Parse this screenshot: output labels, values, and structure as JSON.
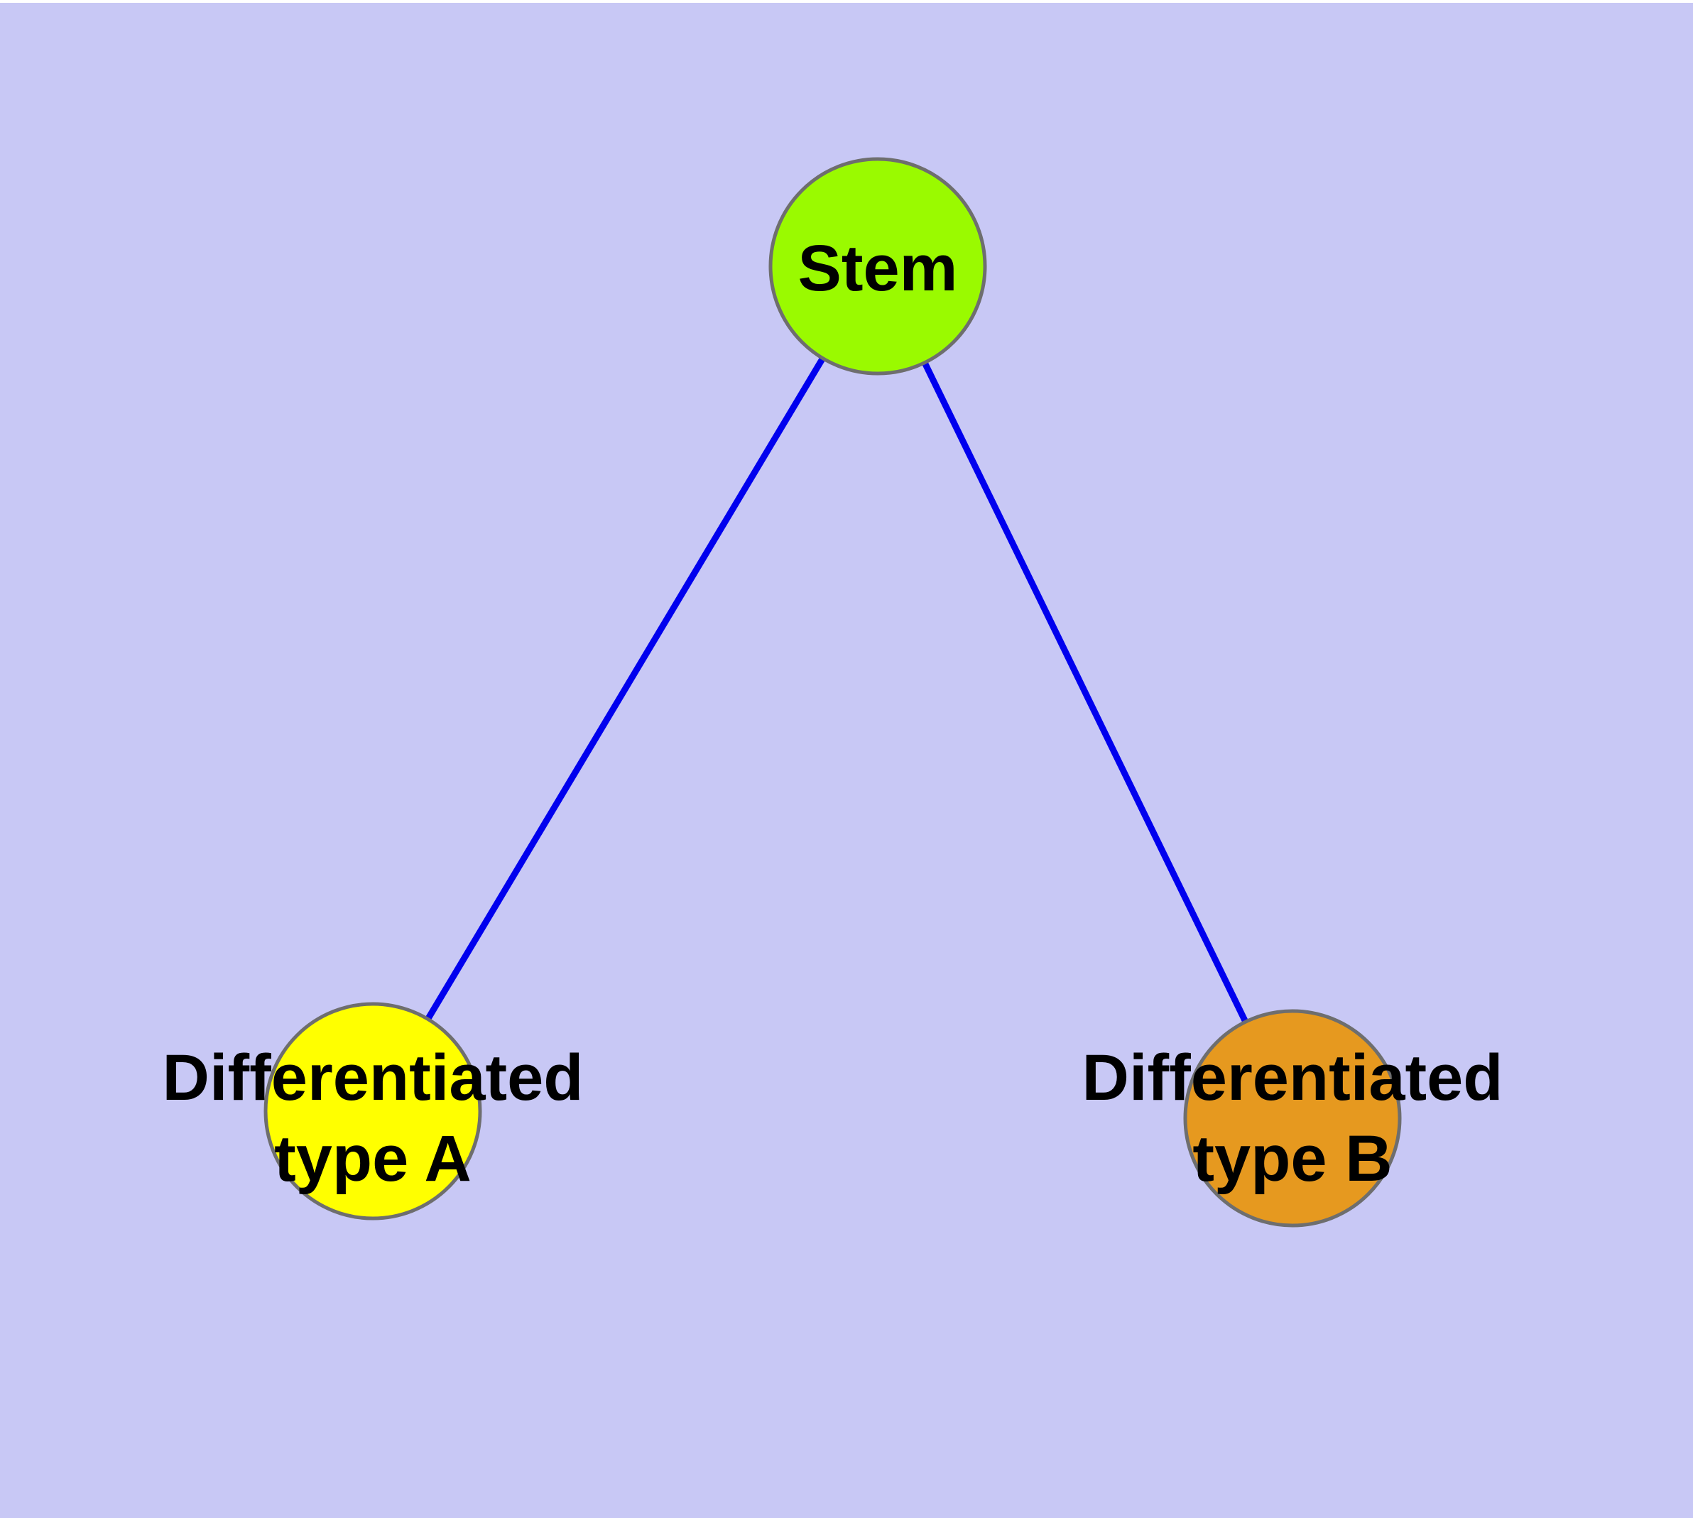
{
  "diagram": {
    "background_color": "#c8c8f5",
    "top_border_color": "#ffffff",
    "edge_color": "#0000ee",
    "node_outline_color": "#6e6e6e",
    "label_color": "#000000",
    "nodes": [
      {
        "id": "stem",
        "label": "Stem",
        "fill": "#9afa00"
      },
      {
        "id": "type-a",
        "label_line1": "Differentiated",
        "label_line2": "type A",
        "fill": "#ffff00"
      },
      {
        "id": "type-b",
        "label_line1": "Differentiated",
        "label_line2": "type B",
        "fill": "#e6991f"
      }
    ],
    "edges": [
      {
        "from": "stem",
        "to": "type-a"
      },
      {
        "from": "stem",
        "to": "type-b"
      }
    ]
  }
}
